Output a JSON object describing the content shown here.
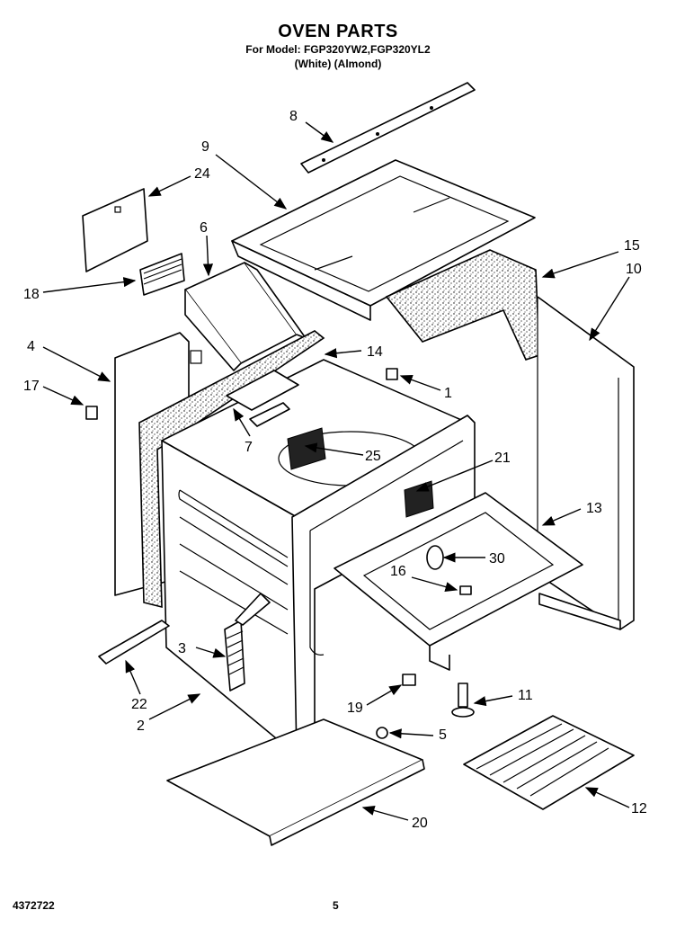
{
  "header": {
    "title": "OVEN PARTS",
    "model_line": "For Model: FGP320YW2,FGP320YL2",
    "colors_line": "(White)      (Almond)"
  },
  "footer": {
    "doc_number": "4372722",
    "page_number": "5"
  },
  "callouts": [
    {
      "id": "c1",
      "text": "1"
    },
    {
      "id": "c2",
      "text": "2"
    },
    {
      "id": "c3",
      "text": "3"
    },
    {
      "id": "c4",
      "text": "4"
    },
    {
      "id": "c5",
      "text": "5"
    },
    {
      "id": "c6",
      "text": "6"
    },
    {
      "id": "c7",
      "text": "7"
    },
    {
      "id": "c8",
      "text": "8"
    },
    {
      "id": "c9",
      "text": "9"
    },
    {
      "id": "c10",
      "text": "10"
    },
    {
      "id": "c11",
      "text": "11"
    },
    {
      "id": "c12",
      "text": "12"
    },
    {
      "id": "c13",
      "text": "13"
    },
    {
      "id": "c14",
      "text": "14"
    },
    {
      "id": "c15",
      "text": "15"
    },
    {
      "id": "c16",
      "text": "16"
    },
    {
      "id": "c17",
      "text": "17"
    },
    {
      "id": "c18",
      "text": "18"
    },
    {
      "id": "c19",
      "text": "19"
    },
    {
      "id": "c20",
      "text": "20"
    },
    {
      "id": "c21",
      "text": "21"
    },
    {
      "id": "c22",
      "text": "22"
    },
    {
      "id": "c24",
      "text": "24"
    },
    {
      "id": "c25",
      "text": "25"
    },
    {
      "id": "c30",
      "text": "30"
    }
  ]
}
